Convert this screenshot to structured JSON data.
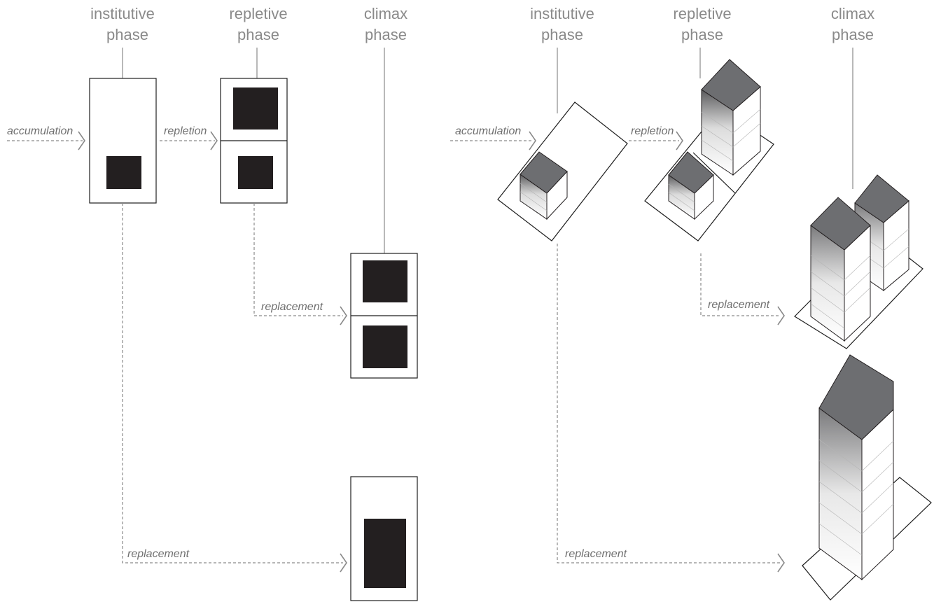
{
  "phases": {
    "institutive": [
      "institutive",
      "phase"
    ],
    "repletive": [
      "repletive",
      "phase"
    ],
    "climax": [
      "climax",
      "phase"
    ]
  },
  "processes": {
    "accumulation": "accumulation",
    "repletion": "repletion",
    "replacement": "replacement"
  },
  "colors": {
    "roof": "#6d6e71",
    "block": "#231f20",
    "label": "#8a8a8a"
  }
}
